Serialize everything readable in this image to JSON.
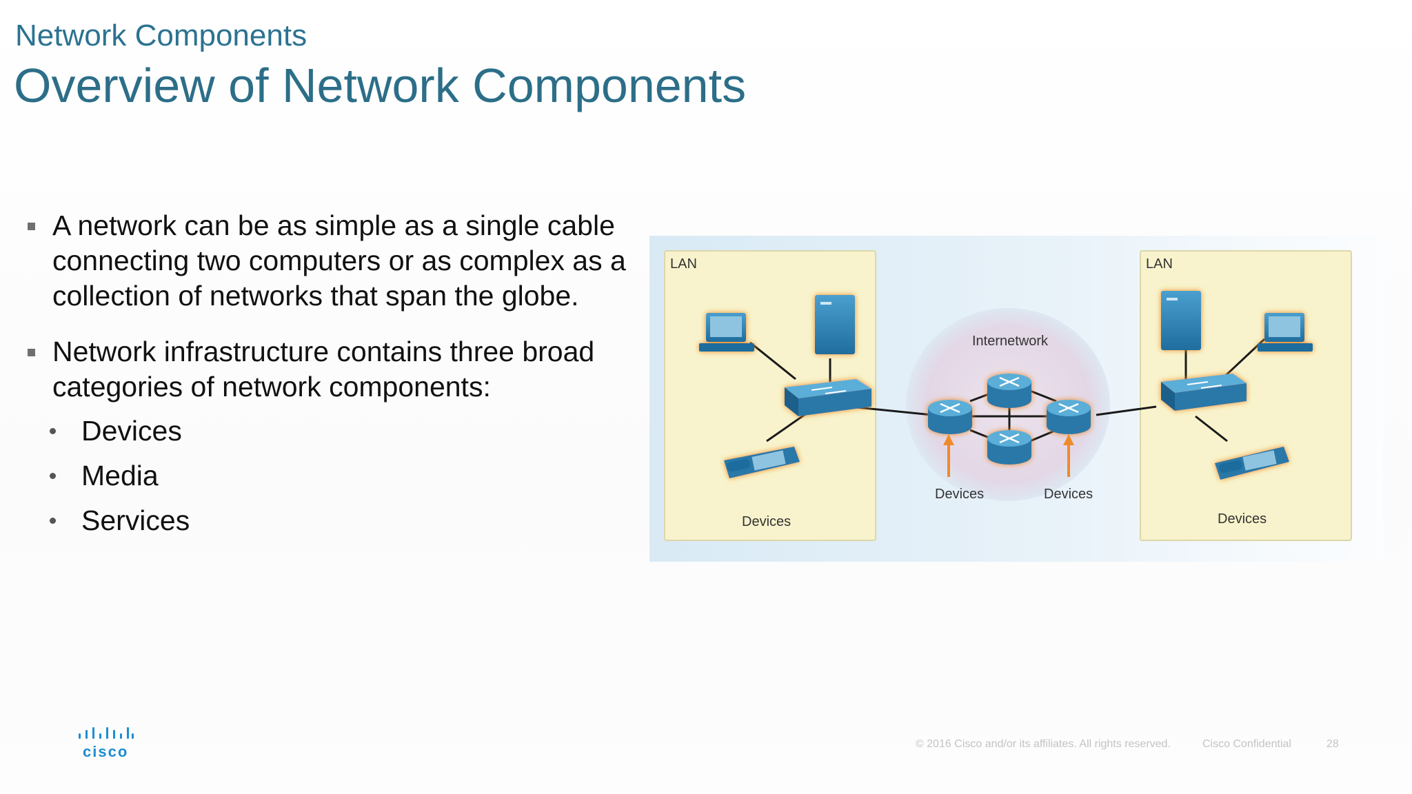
{
  "header": {
    "section_title": "Network Components",
    "slide_title": "Overview of Network Components"
  },
  "content": {
    "bullets": [
      {
        "text": "A network can be as simple as a single cable connecting two computers or as complex as a collection of networks that span the globe."
      },
      {
        "text": "Network infrastructure contains three broad categories of network components:",
        "sub_bullets": [
          "Devices",
          "Media",
          "Services"
        ]
      }
    ]
  },
  "diagram": {
    "left_lan": {
      "label": "LAN",
      "devices_label": "Devices"
    },
    "internetwork": {
      "label": "Internetwork",
      "devices_left": "Devices",
      "devices_right": "Devices"
    },
    "right_lan": {
      "label": "LAN",
      "devices_label": "Devices"
    },
    "colors": {
      "device_blue": "#2a78a8",
      "device_glow": "#ef8a2a",
      "lan_box": "#f8f3cc",
      "internetwork_cloud": "#e6dbe8"
    },
    "icons": [
      "computer-icon",
      "server-icon",
      "switch-icon",
      "ip-phone-icon",
      "router-icon"
    ]
  },
  "footer": {
    "logo_text": "cisco",
    "copyright": "© 2016  Cisco and/or its affiliates. All rights reserved.",
    "confidential": "Cisco Confidential",
    "page_number": "28"
  }
}
